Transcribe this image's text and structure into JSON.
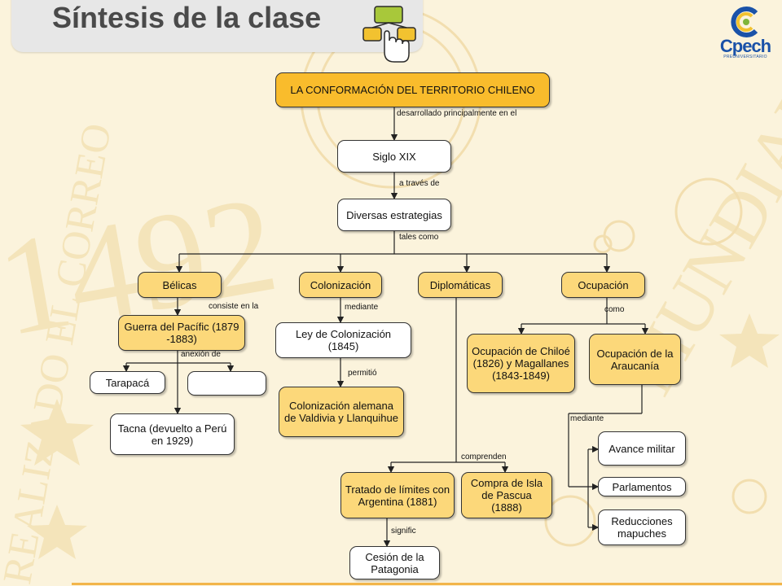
{
  "slide": {
    "title": "Síntesis de la clase",
    "logo_text": "Cpech",
    "logo_subtext": "PREUNIVERSITARIO"
  },
  "colors": {
    "accent_orange": "#f9bc2c",
    "box_yellow": "#fcd87a",
    "logo_blue": "#1a52a8",
    "title_bar": "#e7e7e7"
  },
  "diagram": {
    "root": "LA CONFORMACIÓN DEL TERRITORIO CHILENO",
    "label_desarrollado": "desarrollado principalmente en el",
    "siglo": "Siglo XIX",
    "label_a_traves": "a través de",
    "estrategias": "Diversas estrategias",
    "label_tales": "tales como",
    "belicas": "Bélicas",
    "colonizacion": "Colonización",
    "diplomaticas": "Diplomáticas",
    "ocupacion": "Ocupación",
    "label_consiste": "consiste en la",
    "guerra": "Guerra del Pacífic (1879 -1883)",
    "label_anexion": "anexión de",
    "tarapaca": "Tarapacá",
    "blank": "",
    "tacna": "Tacna (devuelto a Perú en 1929)",
    "label_mediante1": "mediante",
    "ley": "Ley de Colonización (1845)",
    "label_permitio": "permitió",
    "col_alemana": "Colonización alemana de Valdivia y Llanquihue",
    "label_comprenden": "comprenden",
    "tratado": "Tratado de límites con Argentina (1881)",
    "label_signific": "signific",
    "cesion": "Cesión de la Patagonia",
    "pascua": "Compra de Isla de Pascua (1888)",
    "label_como": "como",
    "chiloe": "Ocupación de Chiloé (1826) y Magallanes (1843-1849)",
    "araucania": "Ocupación de la Araucanía",
    "label_mediante2": "mediante",
    "avance": "Avance militar",
    "parlamentos": "Parlamentos",
    "reducciones": "Reducciones mapuches"
  }
}
